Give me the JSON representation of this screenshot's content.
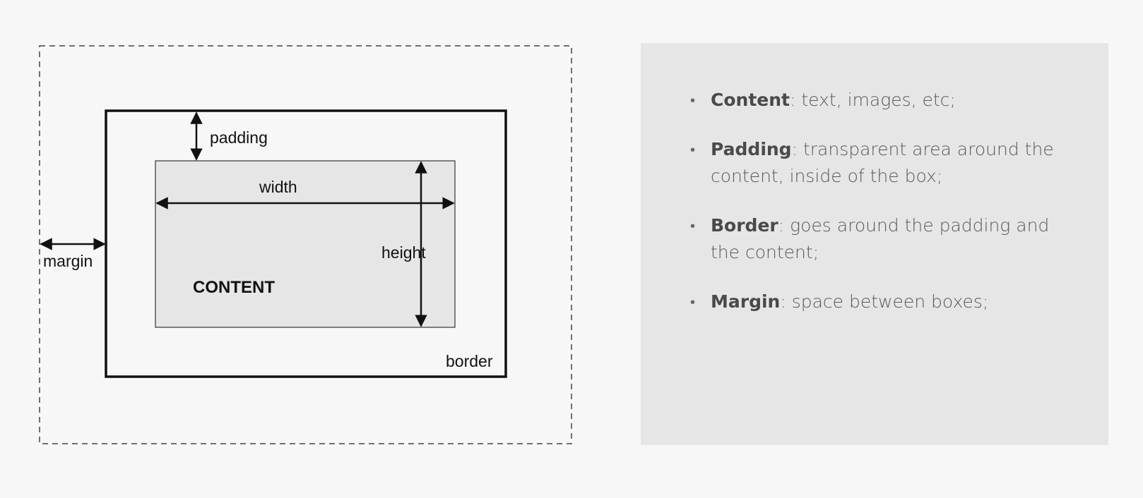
{
  "diagram": {
    "labels": {
      "padding": "padding",
      "width": "width",
      "height": "height",
      "margin": "margin",
      "content": "CONTENT",
      "border": "border"
    },
    "colors": {
      "background": "#f7f7f7",
      "content_fill": "#e6e6e6",
      "line": "#111111"
    }
  },
  "legend": {
    "bullet": "•",
    "items": [
      {
        "term": "Content",
        "description": ": text, images, etc;"
      },
      {
        "term": "Padding",
        "description": ": transparent area around the content, inside of the box;"
      },
      {
        "term": "Border",
        "description": ": goes around the padding and the content;"
      },
      {
        "term": "Margin",
        "description": ": space between boxes;"
      }
    ],
    "colors": {
      "panel": "#e6e6e6",
      "text": "#5a5a5a"
    }
  }
}
